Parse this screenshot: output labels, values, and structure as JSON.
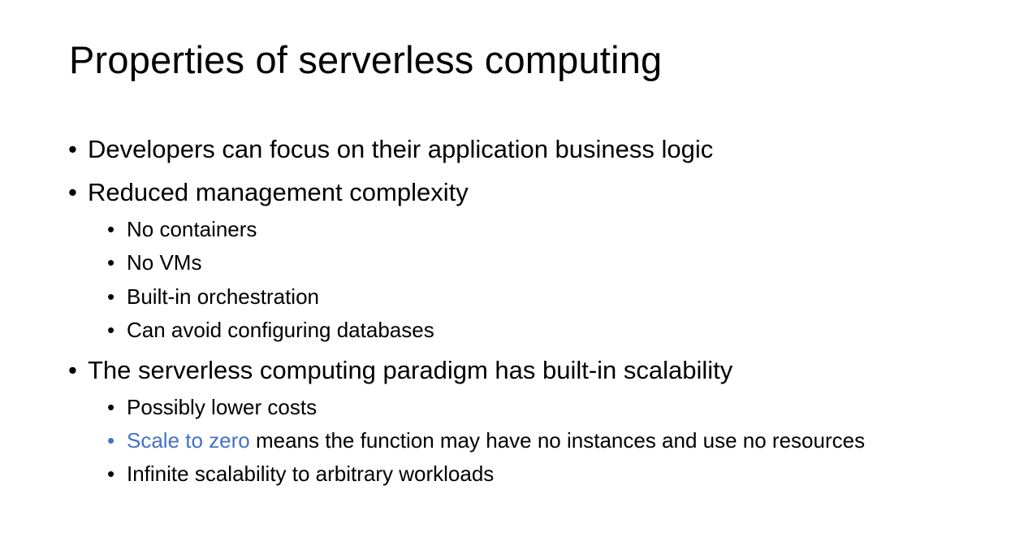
{
  "slide": {
    "title": "Properties of serverless computing",
    "bullet_glyph": "•",
    "accent_color": "#4472c4",
    "points": [
      {
        "text": "Developers can focus on their application business logic"
      },
      {
        "text": "Reduced management complexity",
        "sub": [
          {
            "text": "No containers"
          },
          {
            "text": "No VMs"
          },
          {
            "text": "Built-in orchestration"
          },
          {
            "text": "Can avoid configuring databases"
          }
        ]
      },
      {
        "text": "The serverless computing paradigm has built-in scalability",
        "sub": [
          {
            "text": "Possibly lower costs"
          },
          {
            "highlight": "Scale to zero",
            "text": " means the function may have no instances and use no resources"
          },
          {
            "text": "Infinite scalability to arbitrary workloads"
          }
        ]
      }
    ]
  }
}
